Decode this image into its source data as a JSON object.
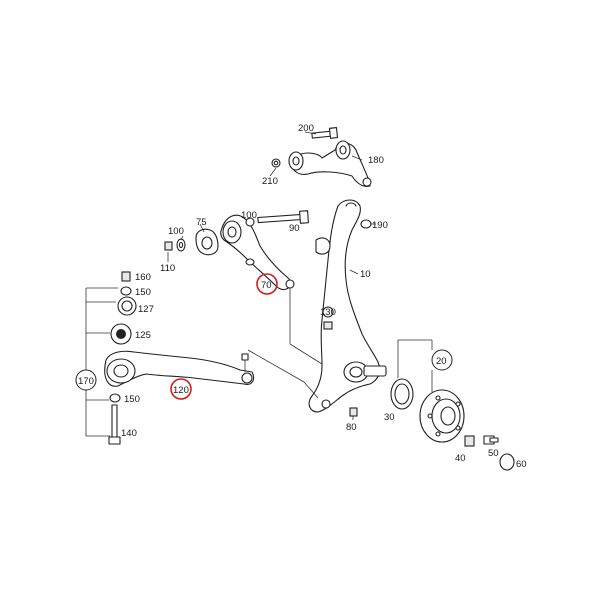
{
  "labels": {
    "p200": "200",
    "p180": "180",
    "p210": "210",
    "p100a": "100",
    "p75": "75",
    "p100b": "100",
    "p90": "90",
    "p110": "110",
    "p190": "190",
    "p10": "10",
    "p70": "70",
    "p160": "160",
    "p150a": "150",
    "p127": "127",
    "p130": "130",
    "p125": "125",
    "p170": "170",
    "p120": "120",
    "p20": "20",
    "p150b": "150",
    "p30": "30",
    "p80": "80",
    "p140": "140",
    "p40": "40",
    "p50": "50",
    "p60": "60"
  },
  "highlighted_callouts": [
    "70",
    "120"
  ],
  "group_callouts": [
    "170",
    "20"
  ],
  "colors": {
    "highlight": "#d61a1a",
    "line": "#222222"
  }
}
